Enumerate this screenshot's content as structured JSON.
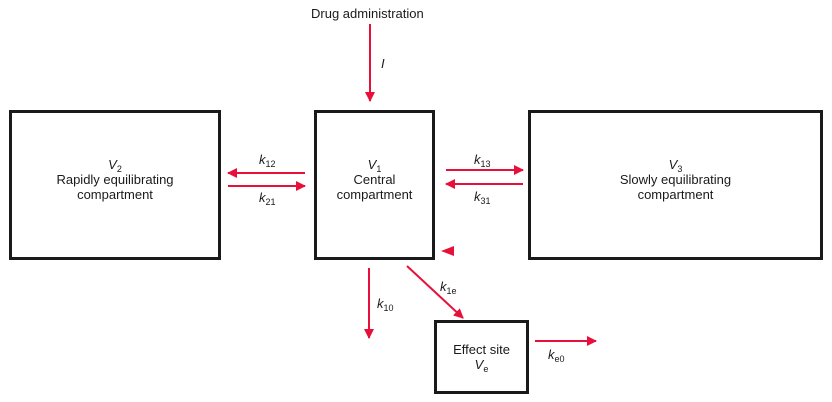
{
  "title": "Drug administration",
  "input_rate": "I",
  "central": {
    "sym": "V",
    "sub": "1",
    "line1": "Central",
    "line2": "compartment"
  },
  "rapid": {
    "sym": "V",
    "sub": "2",
    "line1": "Rapidly equilibrating",
    "line2": "compartment"
  },
  "slow": {
    "sym": "V",
    "sub": "3",
    "line1": "Slowly equilibrating",
    "line2": "compartment"
  },
  "effect": {
    "line1": "Effect site",
    "sym": "V",
    "sub": "e"
  },
  "rates": {
    "k12": {
      "sym": "k",
      "sub": "12"
    },
    "k21": {
      "sym": "k",
      "sub": "21"
    },
    "k13": {
      "sym": "k",
      "sub": "13"
    },
    "k31": {
      "sym": "k",
      "sub": "31"
    },
    "k10": {
      "sym": "k",
      "sub": "10"
    },
    "k1e": {
      "sym": "k",
      "sub": "1e"
    },
    "ke0": {
      "sym": "k",
      "sub": "e0"
    }
  },
  "colors": {
    "arrow": "#e8103a",
    "box": "#1a1a1a"
  }
}
